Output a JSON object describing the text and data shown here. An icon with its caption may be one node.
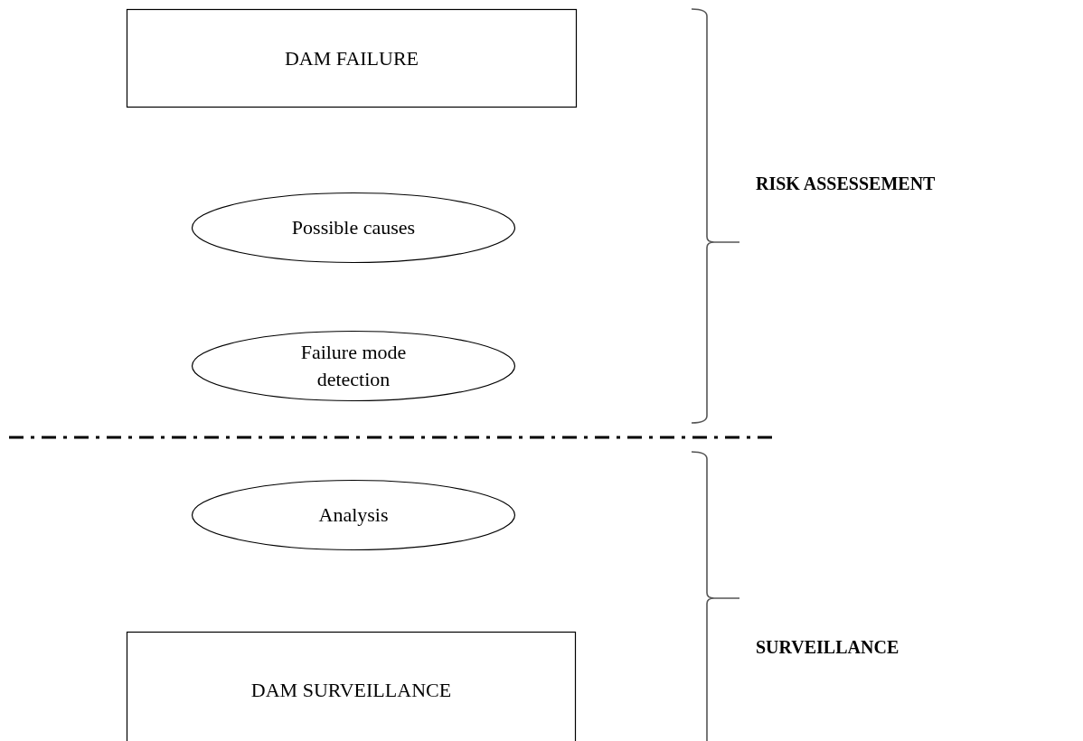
{
  "diagram": {
    "nodes": [
      {
        "text": [
          "DAM FAILURE"
        ]
      },
      {
        "text": [
          "Possible causes"
        ]
      },
      {
        "text": [
          "Failure mode detection"
        ]
      },
      {
        "text": [
          "Analysis"
        ]
      },
      {
        "text": [
          "DAM SURVEILLANCE"
        ]
      }
    ],
    "labels": [
      "RISK ASSESSEMENT",
      "SURVEILLANCE"
    ]
  }
}
